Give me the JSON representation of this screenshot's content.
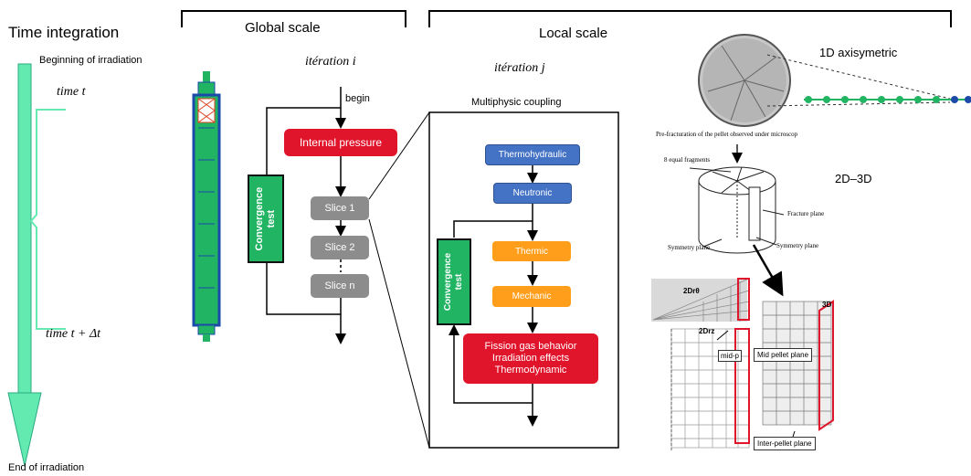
{
  "time_column": {
    "title": "Time integration",
    "begin_label": "Beginning of irradiation",
    "time_t": "time t",
    "time_t_dt": "time t + Δt",
    "end_label": "End of irradiation"
  },
  "global": {
    "title": "Global scale",
    "iteration": "itération i",
    "begin": "begin",
    "internal_pressure": "Internal pressure",
    "convergence": [
      "Convergence",
      "test"
    ],
    "slices": [
      "Slice 1",
      "Slice 2",
      "Slice n"
    ]
  },
  "local": {
    "title": "Local scale",
    "iteration": "itération j",
    "coupling_title": "Multiphysic coupling",
    "thermohydraulic": "Thermohydraulic",
    "neutronic": "Neutronic",
    "thermic": "Thermic",
    "mechanic": "Mechanic",
    "convergence": [
      "Convergence",
      "test"
    ],
    "fission_box": [
      "Fission gas behavior",
      "Irradiation effects",
      "Thermodynamic"
    ]
  },
  "right_panel": {
    "label_1d": "1D axisymetric",
    "caption": "Pre-fracturation of the pellet observed under microscop",
    "fragments": "8 equal fragments",
    "label_2d3d": "2D–3D",
    "fracture_plane": "Fracture plane",
    "symmetry_plane_left": "Symmetry plane",
    "symmetry_plane_right": "Symmetry plane",
    "label_2drθ": "2Drθ",
    "label_3d": "3D",
    "label_2drz": "2Drz",
    "mid_pellet_plane": "Mid pellet plane",
    "mid_label": "mid-p",
    "inter_pellet_plane": "Inter-pellet plane"
  },
  "colors": {
    "arrow_green": "#62eab0",
    "red": "#e0142b",
    "gray": "#8c8c8c",
    "blue": "#4472c4",
    "orange": "#ff9e1a",
    "green": "#21b463"
  }
}
